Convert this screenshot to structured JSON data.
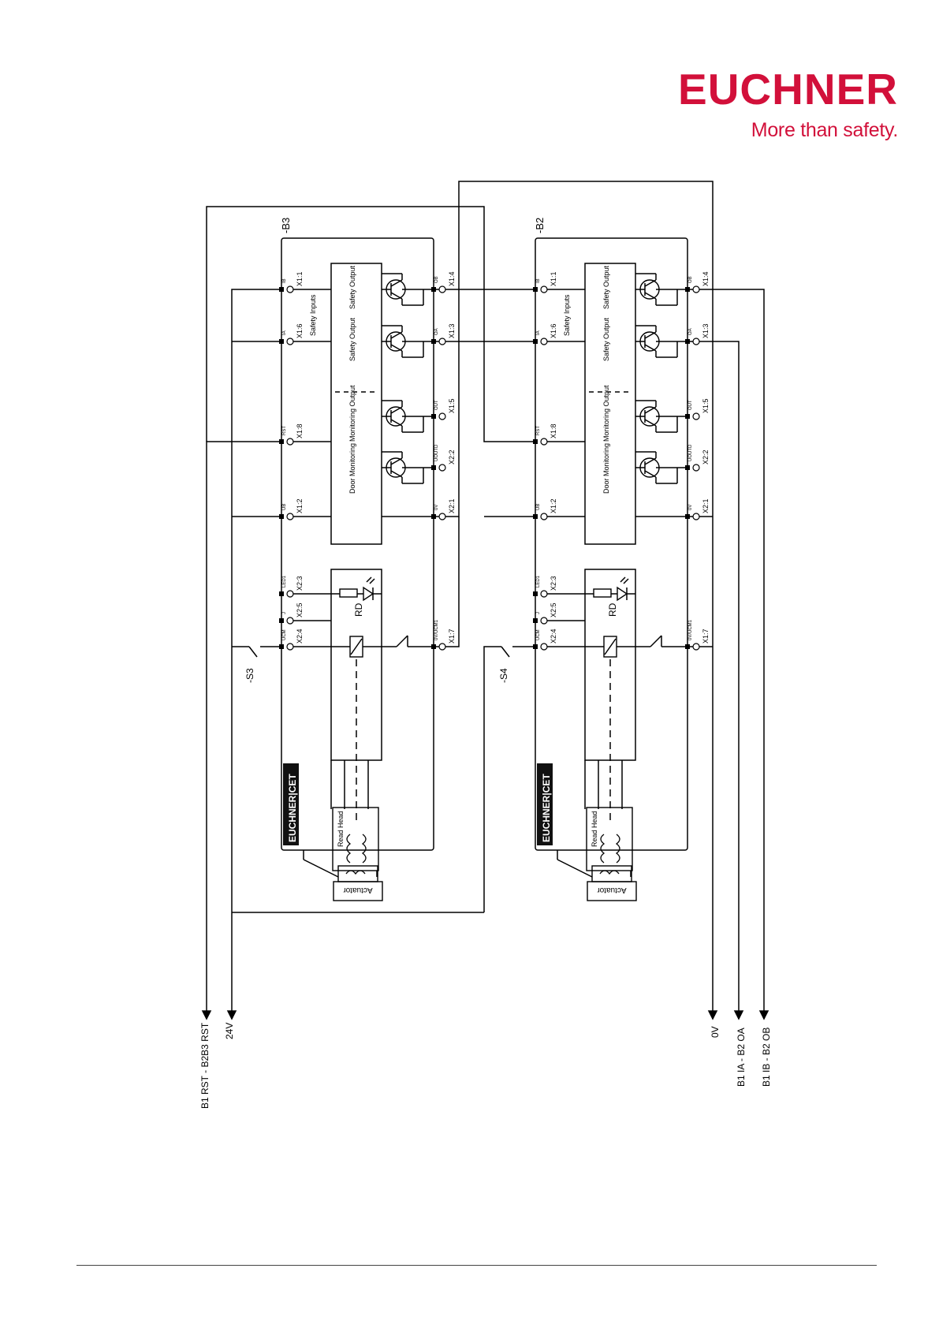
{
  "brand": {
    "name": "EUCHNER",
    "tagline": "More than safety.",
    "color": "#d2103a"
  },
  "devices": [
    {
      "id": "-B3",
      "switch": "-S3",
      "pin_labels": [
        "IB",
        "IA",
        "RST",
        "UB",
        "LED1",
        "J",
        "UCM",
        "0V/UCM1",
        "UOUTD",
        "OUT",
        "OA",
        "OB",
        "0V"
      ],
      "terminals": [
        "X1:1",
        "X1:6",
        "X1:8",
        "X1:2",
        "X2:3",
        "X2:5",
        "X2:4",
        "X1:7",
        "X2:2",
        "X1:5",
        "X1:3",
        "X1:4",
        "X2:1"
      ],
      "safety_inputs": "Safety Inputs",
      "safety_output": "Safety Output",
      "monitoring_output": "Monitoring Output",
      "door_monitoring": "Door Monitoring",
      "led": "RD",
      "logo": "EUCHNER|CET",
      "read_head": "Read Head",
      "actuator": "Actuator"
    },
    {
      "id": "-B2",
      "switch": "-S4",
      "pin_labels": [
        "IB",
        "IA",
        "RST",
        "UB",
        "LED1",
        "J",
        "UCM",
        "0V/UCM1",
        "UOUTD",
        "OUT",
        "OA",
        "OB",
        "0V"
      ],
      "terminals": [
        "X1:1",
        "X1:6",
        "X1:8",
        "X1:2",
        "X2:3",
        "X2:5",
        "X2:4",
        "X1:7",
        "X2:2",
        "X1:5",
        "X1:3",
        "X1:4",
        "X2:1"
      ],
      "safety_inputs": "Safety Inputs",
      "safety_output": "Safety Output",
      "monitoring_output": "Monitoring Output",
      "door_monitoring": "Door Monitoring",
      "led": "RD",
      "logo": "EUCHNER|CET",
      "read_head": "Read Head",
      "actuator": "Actuator"
    }
  ],
  "signals": {
    "rst": "B1 RST - B2B3 RST",
    "v24": "24V",
    "v0": "0V",
    "ia": "B1 IA - B2 OA",
    "ib": "B1 IB - B2 OB"
  }
}
